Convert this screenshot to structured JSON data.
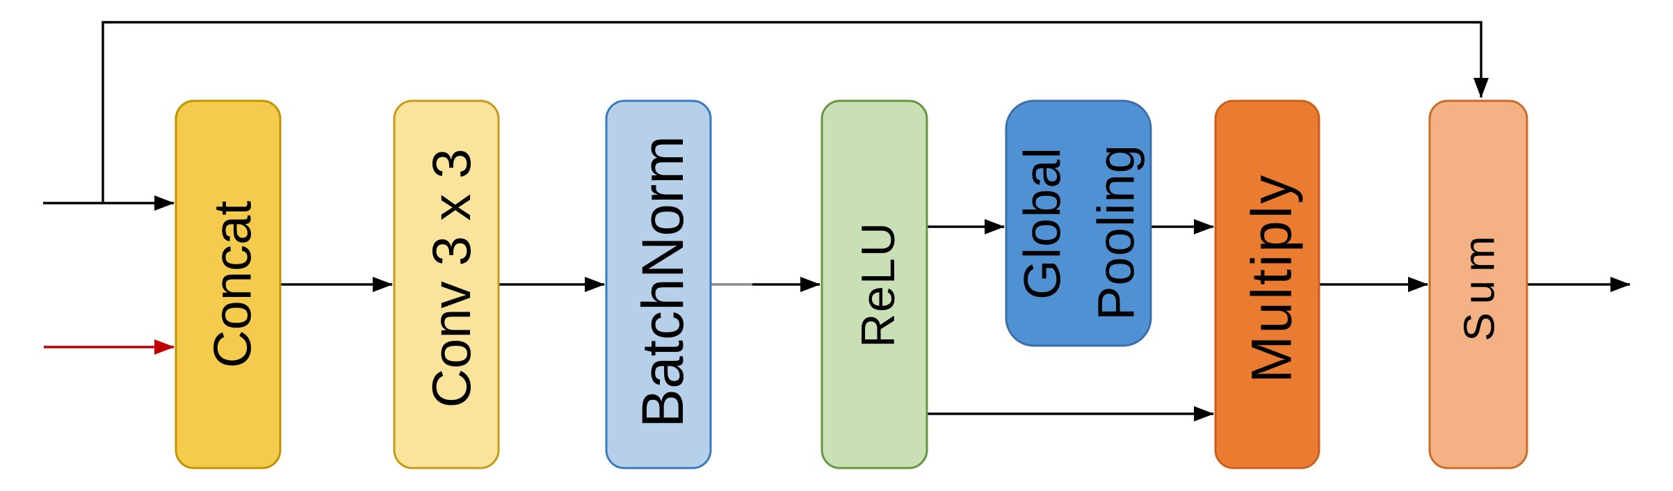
{
  "diagram": {
    "type": "neural-network-block-diagram",
    "colors": {
      "background": "#FFFFFF",
      "line": "#000000",
      "red_arrow": "#C00000",
      "gray_segment": "#8A8A8A",
      "text": "#000000"
    },
    "nodes": [
      {
        "id": "concat",
        "label": "Concat",
        "fill": "#F5CB4E",
        "stroke": "#C29200"
      },
      {
        "id": "conv3x3",
        "label": "Conv 3 x 3",
        "fill": "#FAE49B",
        "stroke": "#C49A16"
      },
      {
        "id": "batchnorm",
        "label": "BatchNorm",
        "fill": "#B6D0EA",
        "stroke": "#3779BE"
      },
      {
        "id": "relu",
        "label": "ReLU",
        "fill": "#C9DFB5",
        "stroke": "#67953F"
      },
      {
        "id": "global_pooling",
        "label": "Global Pooling",
        "lines": [
          "Global",
          "Pooling"
        ],
        "fill": "#4F91D3",
        "stroke": "#3A6EAD"
      },
      {
        "id": "multiply",
        "label": "Multiply",
        "fill": "#EA7C31",
        "stroke": "#C9611C"
      },
      {
        "id": "sum",
        "label": "Sum",
        "fill": "#F4B183",
        "stroke": "#C96A28"
      }
    ],
    "edges": [
      {
        "id": "skip-connection",
        "from": "input",
        "to": "sum",
        "color": "black",
        "routing": "up-over-top-then-down-into-sum"
      },
      {
        "id": "input-to-concat",
        "from": "input",
        "to": "concat",
        "color": "black"
      },
      {
        "id": "aux-input-to-concat",
        "from": "second-input",
        "to": "concat",
        "color": "red"
      },
      {
        "id": "concat-to-conv",
        "from": "concat",
        "to": "conv3x3",
        "color": "black"
      },
      {
        "id": "conv-to-batchnorm",
        "from": "conv3x3",
        "to": "batchnorm",
        "color": "black"
      },
      {
        "id": "batchnorm-to-relu",
        "from": "batchnorm",
        "to": "relu",
        "color": "black",
        "note": "gray stub at source end"
      },
      {
        "id": "relu-to-globalpooling",
        "from": "relu",
        "to": "global_pooling",
        "color": "black"
      },
      {
        "id": "globalpooling-to-multiply",
        "from": "global_pooling",
        "to": "multiply",
        "color": "black"
      },
      {
        "id": "relu-to-multiply",
        "from": "relu",
        "to": "multiply",
        "color": "black",
        "routing": "low-horizontal-below-global-pooling"
      },
      {
        "id": "multiply-to-sum",
        "from": "multiply",
        "to": "sum",
        "color": "black"
      },
      {
        "id": "sum-to-output",
        "from": "sum",
        "to": "output",
        "color": "black"
      }
    ]
  }
}
